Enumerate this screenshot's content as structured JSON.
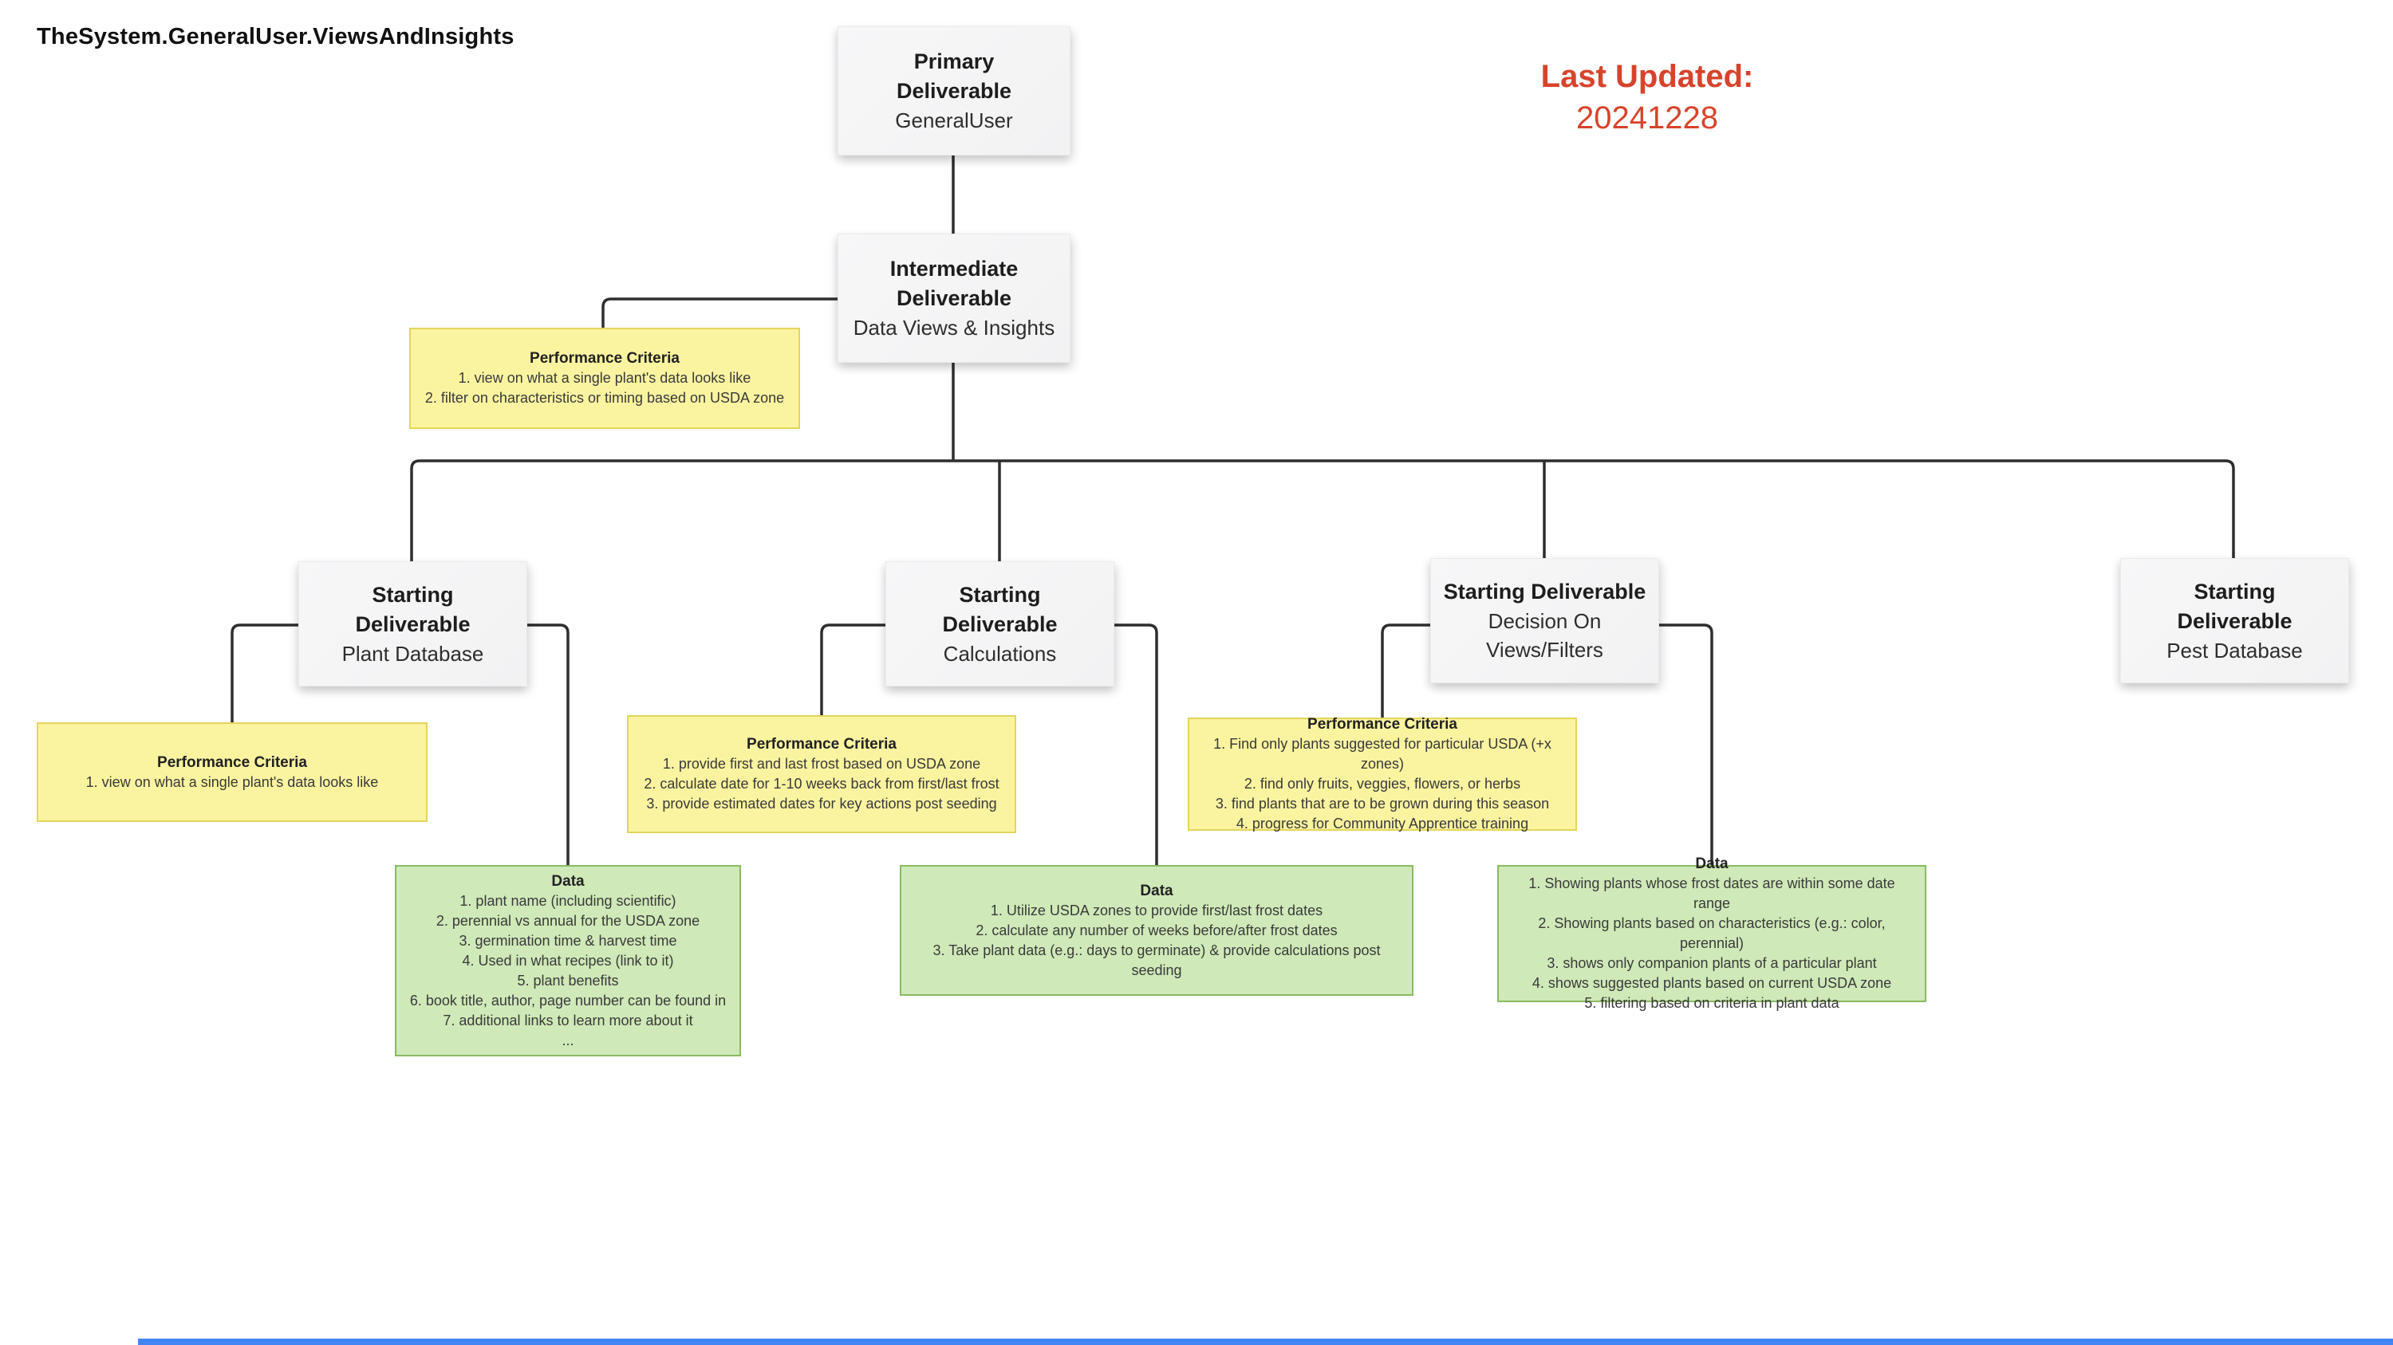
{
  "page": {
    "title": "TheSystem.GeneralUser.ViewsAndInsights"
  },
  "last_updated": {
    "label": "Last Updated:",
    "value": "20241228"
  },
  "colors": {
    "accent_red": "#d8432b",
    "node_gray": "#f4f4f5",
    "note_yellow": "#faf4a1",
    "note_yellow_border": "#e4d55b",
    "data_green": "#cfe9b8",
    "data_green_border": "#8abb62",
    "connector_line": "#2e2e2e",
    "scrollbar_blue": "#4285f4"
  },
  "nodes": {
    "primary": {
      "title": "Primary\nDeliverable",
      "subtitle": "GeneralUser"
    },
    "intermediate": {
      "title": "Intermediate\nDeliverable",
      "subtitle": "Data Views & Insights"
    },
    "plant_database": {
      "title": "Starting\nDeliverable",
      "subtitle": "Plant Database"
    },
    "calculations": {
      "title": "Starting\nDeliverable",
      "subtitle": "Calculations"
    },
    "decision_views": {
      "title": "Starting Deliverable",
      "subtitle": "Decision On\nViews/Filters"
    },
    "pest_database": {
      "title": "Starting\nDeliverable",
      "subtitle": "Pest Database"
    }
  },
  "performance_criteria": {
    "data_views": {
      "title": "Performance Criteria",
      "items": [
        "1. view on what a single plant's data looks like",
        "2. filter on characteristics or timing based on USDA zone"
      ]
    },
    "plant_database": {
      "title": "Performance Criteria",
      "items": [
        "1. view on what a single plant's data looks like"
      ]
    },
    "calculations": {
      "title": "Performance Criteria",
      "items": [
        "1. provide first and last frost based on USDA zone",
        "2. calculate date for 1-10 weeks back from first/last frost",
        "3. provide estimated dates for key actions post seeding"
      ]
    },
    "decision_views": {
      "title": "Performance Criteria",
      "items": [
        "1. Find only plants suggested for particular USDA (+x zones)",
        "2. find only fruits, veggies, flowers, or herbs",
        "3. find plants that are to be grown during this season",
        "4. progress for Community Apprentice training"
      ]
    }
  },
  "data_notes": {
    "plant_database": {
      "title": "Data",
      "items": [
        "1. plant name (including scientific)",
        "2. perennial vs annual for the USDA zone",
        "3. germination time & harvest time",
        "4. Used in what recipes (link to it)",
        "5. plant benefits",
        "6. book title, author, page number can be found in",
        "7. additional links to learn more about it",
        "..."
      ]
    },
    "calculations": {
      "title": "Data",
      "items": [
        "1. Utilize USDA zones to provide first/last frost dates",
        "2. calculate any number of weeks before/after frost dates",
        "3. Take plant data (e.g.: days to germinate) & provide calculations post seeding"
      ]
    },
    "decision_views": {
      "title": "Data",
      "items": [
        "1. Showing plants whose frost dates are within some date range",
        "2. Showing plants based on characteristics (e.g.: color, perennial)",
        "3. shows only companion plants of a particular plant",
        "4. shows suggested plants based on current USDA zone",
        "5. filtering based on criteria in plant data"
      ]
    }
  }
}
